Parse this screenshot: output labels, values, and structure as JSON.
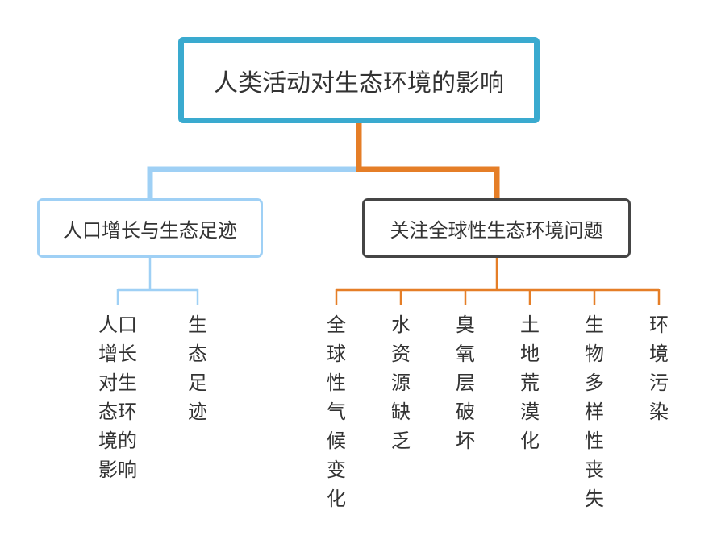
{
  "root": {
    "label": "人类活动对生态环境的影响",
    "border_color": "#3aaacf"
  },
  "branches": [
    {
      "label": "人口增长与生态足迹",
      "border_color": "#9fd0f5",
      "line_color": "#9fd0f5",
      "leaves": [
        "人口增长对生态环境的影响",
        "生态足迹"
      ]
    },
    {
      "label": "关注全球性生态环境问题",
      "border_color": "#454545",
      "line_color": "#e57e27",
      "leaves": [
        "全球性气候变化",
        "水资源缺乏",
        "臭氧层破坏",
        "土地荒漠化",
        "生物多样性丧失",
        "环境污染"
      ]
    }
  ]
}
